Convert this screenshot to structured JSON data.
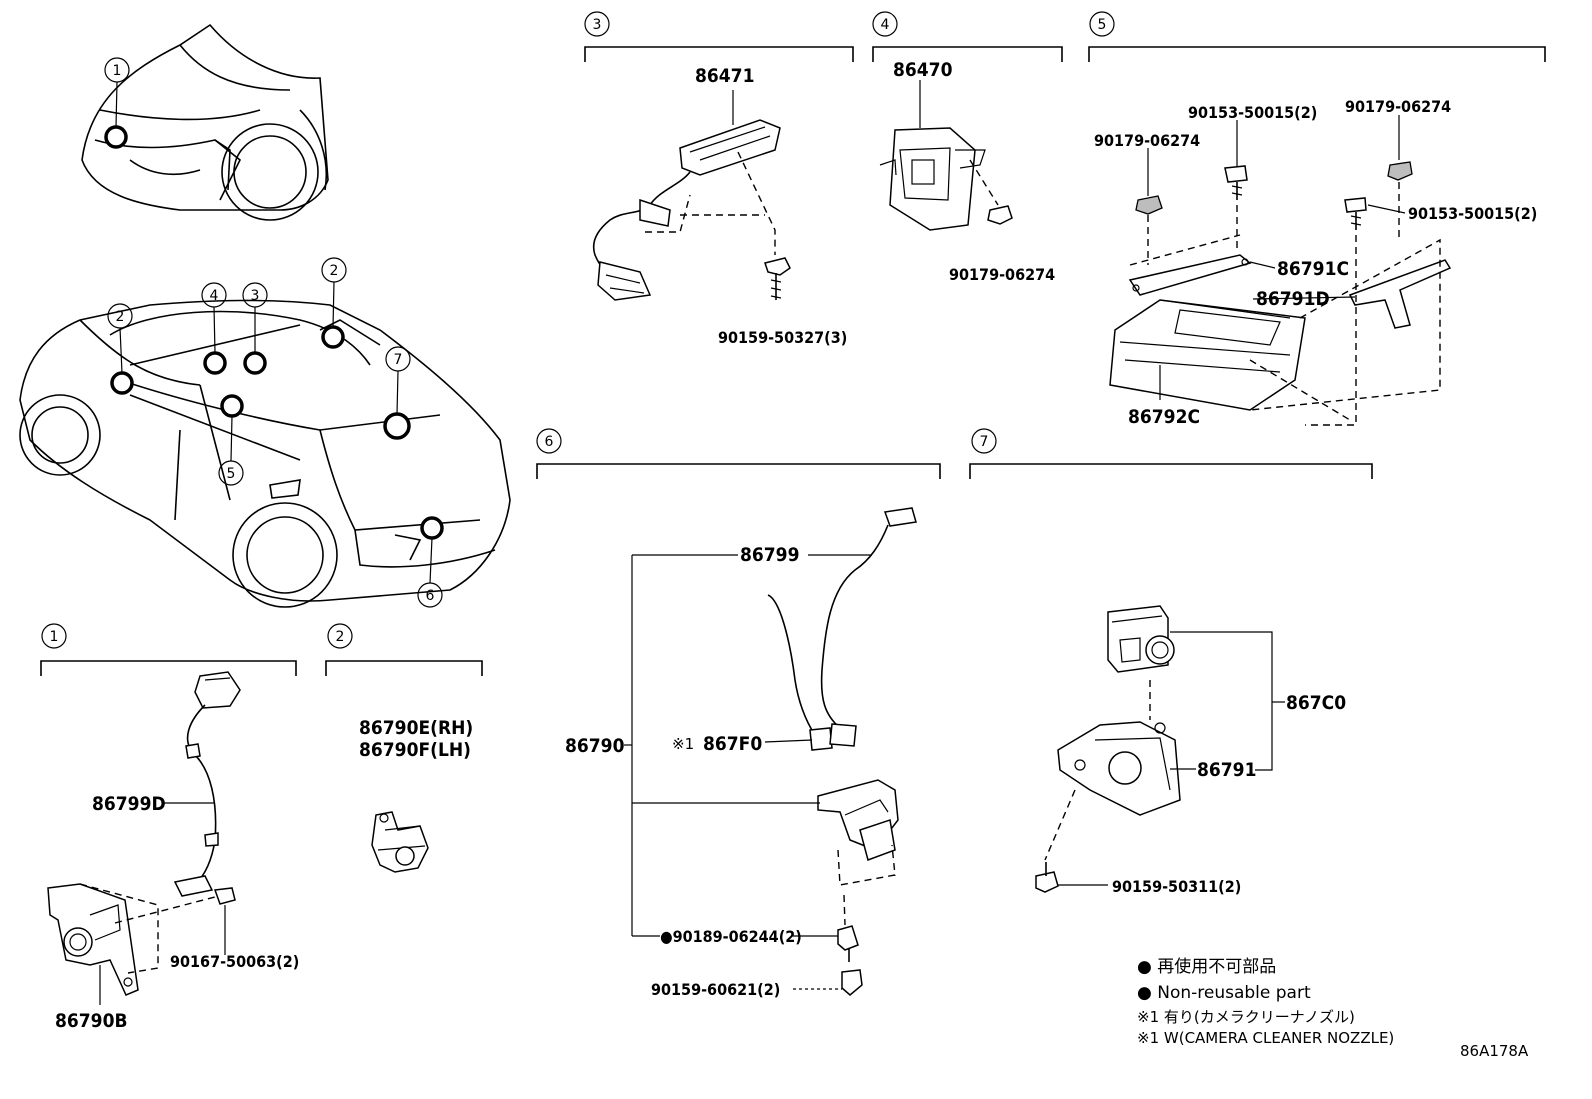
{
  "callouts": [
    "1",
    "2",
    "3",
    "4",
    "5",
    "6",
    "7"
  ],
  "parts": {
    "p86471": "86471",
    "p90159_50327": "90159-50327(3)",
    "p86470": "86470",
    "p90179_06274_s4": "90179-06274",
    "p90153_50015_a": "90153-50015(2)",
    "p90179_06274_a": "90179-06274",
    "p90179_06274_b": "90179-06274",
    "p90153_50015_b": "90153-50015(2)",
    "p86791C": "86791C",
    "p86791D": "86791D",
    "p86792C": "86792C",
    "p86799": "86799",
    "p86790": "86790",
    "p867F0": "867F0",
    "p867F0_mark": "※1",
    "p90189_06244": "●90189-06244(2)",
    "p90159_60621": "90159-60621(2)",
    "p867C0": "867C0",
    "p86791": "86791",
    "p90159_50311": "90159-50311(2)",
    "p86799D": "86799D",
    "p90167_50063": "90167-50063(2)",
    "p86790B": "86790B",
    "p86790E": "86790E(RH)",
    "p86790F": "86790F(LH)"
  },
  "legend": {
    "nonreusable_jp": "● 再使用不可部品",
    "nonreusable_en": "● Non-reusable part",
    "note_jp": "※1 有り(カメラクリーナノズル)",
    "note_en": "※1 W(CAMERA CLEANER NOZZLE)"
  },
  "diagram_code": "86A178A"
}
